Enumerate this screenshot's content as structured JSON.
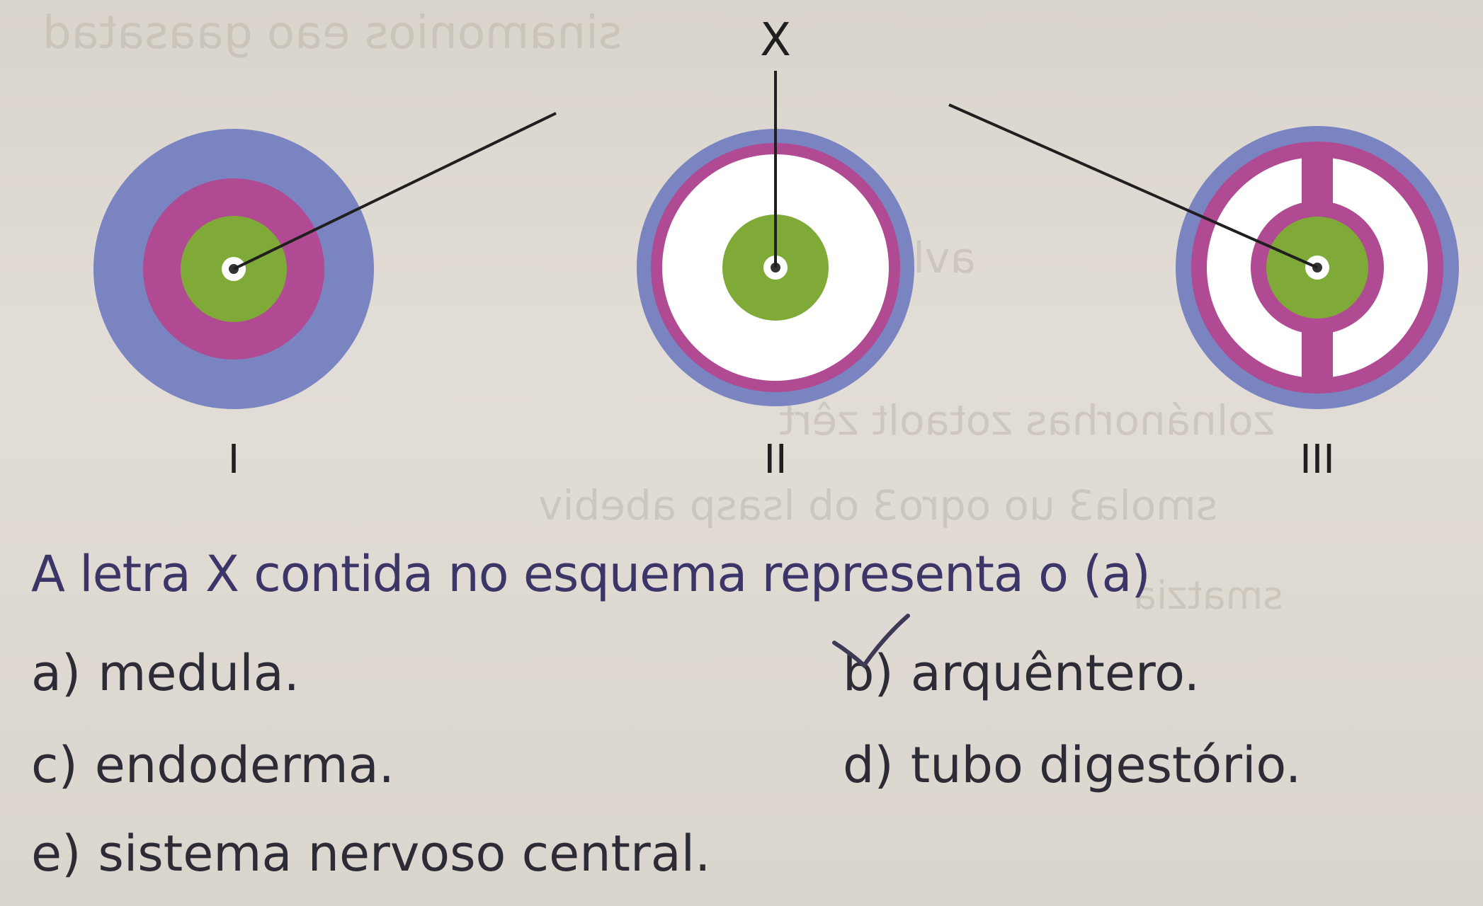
{
  "diagram": {
    "pointer_label": "X",
    "figures": [
      {
        "label": "I"
      },
      {
        "label": "II"
      },
      {
        "label": "III"
      }
    ],
    "colors": {
      "ectoderm": "#7a84c0",
      "mesoderm": "#b04a92",
      "endoderm": "#7faa38",
      "lumen": "#ffffff",
      "background": "#ddd8d0"
    }
  },
  "question": {
    "prompt": "A letra X contida no esquema representa o (a)",
    "options": [
      {
        "letter": "a)",
        "text": "medula."
      },
      {
        "letter": "b)",
        "text": "arquêntero."
      },
      {
        "letter": "c)",
        "text": "endoderma."
      },
      {
        "letter": "d)",
        "text": "tubo digestório."
      },
      {
        "letter": "e)",
        "text": "sistema nervoso central."
      }
    ]
  }
}
